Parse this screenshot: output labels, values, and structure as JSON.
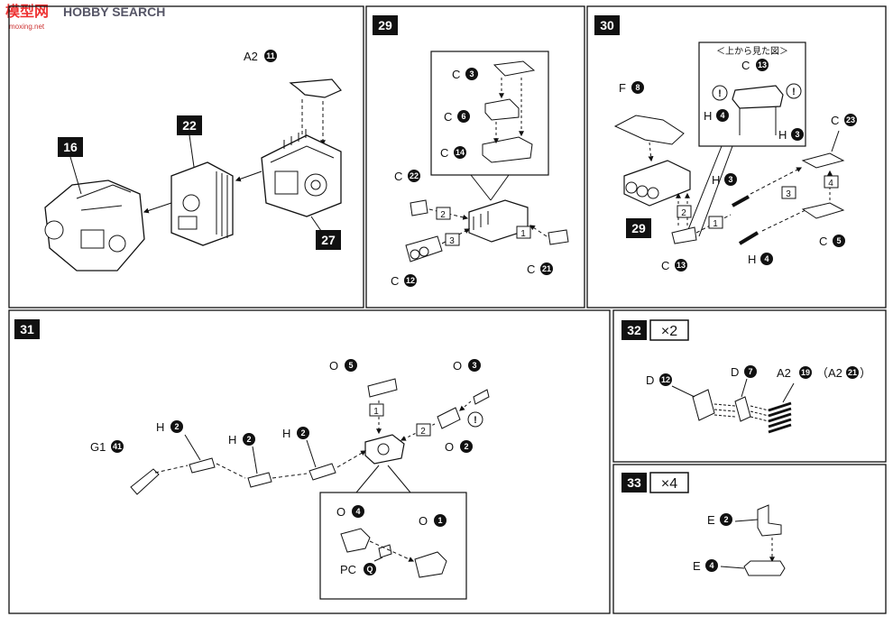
{
  "watermark": {
    "cn": "模型网",
    "en": "HOBBY SEARCH",
    "url": "moxing.net"
  },
  "steps": [
    {
      "num": "29"
    },
    {
      "num": "30"
    },
    {
      "num": "31"
    },
    {
      "num": "32",
      "mult": "×2"
    },
    {
      "num": "33",
      "mult": "×4"
    }
  ],
  "step28": {
    "a2_label": "A2",
    "a2_num": "11",
    "part16": "16",
    "part22": "22",
    "part27": "27"
  },
  "step29": {
    "parts": [
      {
        "letter": "C",
        "num": "3"
      },
      {
        "letter": "C",
        "num": "6"
      },
      {
        "letter": "C",
        "num": "14"
      },
      {
        "letter": "C",
        "num": "22"
      },
      {
        "letter": "C",
        "num": "12"
      },
      {
        "letter": "C",
        "num": "21"
      }
    ],
    "seq": [
      "2",
      "3",
      "1"
    ]
  },
  "step30": {
    "top_view": "＜上から見た図＞",
    "parts": [
      {
        "letter": "F",
        "num": "8"
      },
      {
        "letter": "C",
        "num": "13"
      },
      {
        "letter": "H",
        "num": "4"
      },
      {
        "letter": "H",
        "num": "3"
      },
      {
        "letter": "C",
        "num": "23"
      },
      {
        "letter": "H",
        "num": "3"
      },
      {
        "letter": "C",
        "num": "5"
      },
      {
        "letter": "H",
        "num": "4"
      },
      {
        "letter": "C",
        "num": "13"
      }
    ],
    "sub": "29",
    "seq": [
      "2",
      "1",
      "3",
      "4"
    ]
  },
  "step31": {
    "parts": [
      {
        "letter": "O",
        "num": "5"
      },
      {
        "letter": "O",
        "num": "3"
      },
      {
        "letter": "O",
        "num": "2"
      },
      {
        "letter": "G1",
        "num": "41"
      },
      {
        "letter": "H",
        "num": "2"
      },
      {
        "letter": "H",
        "num": "2"
      },
      {
        "letter": "H",
        "num": "2"
      },
      {
        "letter": "O",
        "num": "4"
      },
      {
        "letter": "O",
        "num": "1"
      },
      {
        "letter": "PC",
        "num": "Q"
      }
    ],
    "seq": [
      "1",
      "2"
    ]
  },
  "step32": {
    "d12": {
      "letter": "D",
      "num": "12"
    },
    "d7": {
      "letter": "D",
      "num": "7"
    },
    "a2": {
      "letter": "A2",
      "num": "19"
    },
    "alt_open": "（A2",
    "alt_num": "21",
    "alt_close": "）"
  },
  "step33": {
    "e2": {
      "letter": "E",
      "num": "2"
    },
    "e4": {
      "letter": "E",
      "num": "4"
    }
  }
}
